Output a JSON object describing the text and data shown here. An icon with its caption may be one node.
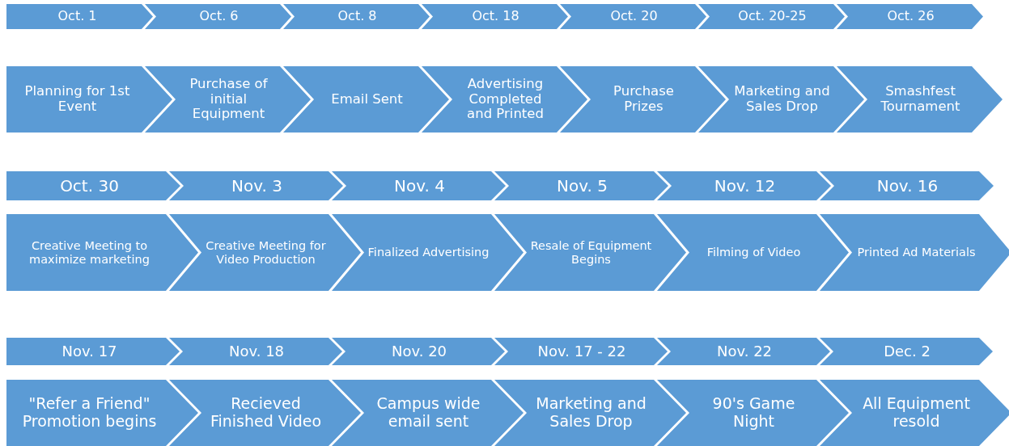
{
  "diagram": {
    "nodes": [
      {
        "text": [
          "Oct. 1"
        ]
      },
      {
        "text": [
          "Oct. 6"
        ]
      },
      {
        "text": [
          "Oct. 8"
        ]
      },
      {
        "text": [
          "Oct. 18"
        ]
      },
      {
        "text": [
          "Oct. 20"
        ]
      },
      {
        "text": [
          "Oct. 20-25"
        ]
      },
      {
        "text": [
          "Oct. 26"
        ]
      },
      {
        "text": [
          "Planning for 1st Event"
        ]
      },
      {
        "text": [
          "Purchase of initial Equipment"
        ]
      },
      {
        "text": [
          "Email Sent"
        ]
      },
      {
        "text": [
          "Advertising Completed and Printed"
        ]
      },
      {
        "text": [
          "Purchase Prizes"
        ]
      },
      {
        "text": [
          "Marketing and Sales Drop"
        ]
      },
      {
        "text": [
          "Smashfest Tournament"
        ]
      },
      {
        "text": [
          "Oct. 30"
        ]
      },
      {
        "text": [
          "Nov. 3"
        ]
      },
      {
        "text": [
          "Nov. 4"
        ]
      },
      {
        "text": [
          "Nov. 5"
        ]
      },
      {
        "text": [
          "Nov. 12"
        ]
      },
      {
        "text": [
          "Nov. 16"
        ]
      },
      {
        "text": [
          "Creative Meeting to maximize marketing"
        ]
      },
      {
        "text": [
          "Creative Meeting for Video Production"
        ]
      },
      {
        "text": [
          "Finalized Advertising"
        ]
      },
      {
        "text": [
          "Resale of Equipment Begins"
        ]
      },
      {
        "text": [
          "Filming of Video"
        ]
      },
      {
        "text": [
          "Printed Ad Materials"
        ]
      },
      {
        "text": [
          "Nov. 17"
        ]
      },
      {
        "text": [
          "Nov. 18"
        ]
      },
      {
        "text": [
          "Nov. 20"
        ]
      },
      {
        "text": [
          "Nov. 17 - 22"
        ]
      },
      {
        "text": [
          "Nov. 22"
        ]
      },
      {
        "text": [
          "Dec. 2"
        ]
      },
      {
        "text": [
          "\"Refer a Friend\" Promotion begins"
        ]
      },
      {
        "text": [
          "Recieved Finished Video"
        ]
      },
      {
        "text": [
          "Campus wide email sent"
        ]
      },
      {
        "text": [
          "Marketing and Sales Drop"
        ]
      },
      {
        "text": [
          "90's Game Night"
        ]
      },
      {
        "text": [
          "All Equipment resold"
        ]
      }
    ]
  }
}
